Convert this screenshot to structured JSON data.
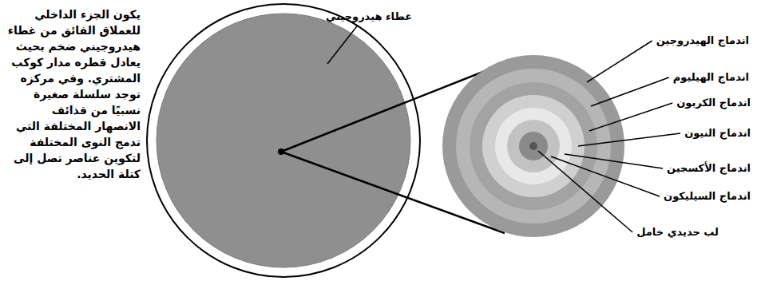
{
  "diagram": {
    "caption": "يكون الجزء الداخلي للعملاق الفائق من غطاء هيدروجيني ضخم بحيث يعادل قطره مدار كوكب المشتري. وفي مركزه توجد سلسلة صغيرة نسبيًا من قذائف الانصهار المختلفة التي تدمج النوى المختلفة لتكوين عناصر تصل إلى كتلة الحديد.",
    "labels": [
      "غطاء هيدروجيني",
      "اندماج الهيدروجين",
      "اندماج الهيليوم",
      "اندماج الكربون",
      "اندماج النيون",
      "اندماج الأكسجين",
      "اندماج السيليكون",
      "لب حديدي خامل"
    ]
  }
}
